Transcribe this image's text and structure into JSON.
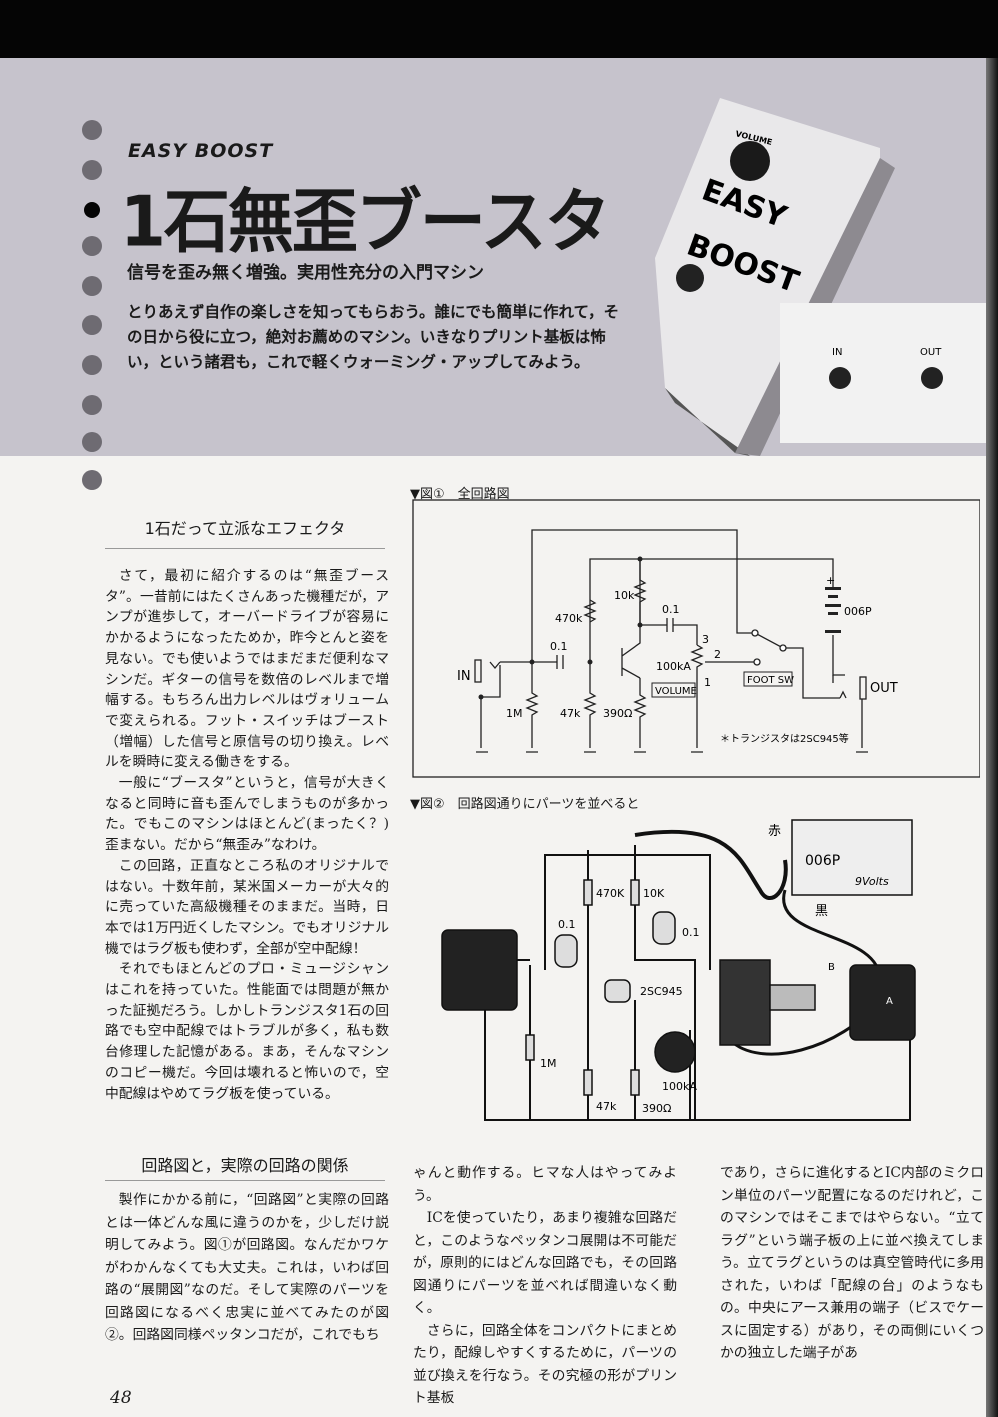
{
  "header": {
    "kicker": "EASY BOOST",
    "title": "1石無歪ブースタ",
    "subtitle": "信号を歪み無く増強。実用性充分の入門マシン",
    "lead": "とりあえず自作の楽しさを知ってもらおう。誰にでも簡単に作れて，その日から役に立つ，絶対お薦めのマシン。いきなりプリント基板は怖い，という諸君も，これで軽くウォーミング・アップしてみよう。"
  },
  "photo": {
    "brand_line1": "EASY",
    "brand_line2": "BOOST",
    "knob_label": "VOLUME",
    "in_label": "IN",
    "out_label": "OUT"
  },
  "section1": {
    "heading": "1石だって立派なエフェクタ",
    "paragraphs": [
      "さて，最初に紹介するのは“無歪ブースタ”。一昔前にはたくさんあった機種だが，アンプが進歩して，オーバードライブが容易にかかるようになったためか，昨今とんと姿を見ない。でも使いようではまだまだ便利なマシンだ。ギターの信号を数倍のレベルまで増幅する。もちろん出力レベルはヴォリュームで変えられる。フット・スイッチはブースト（増幅）した信号と原信号の切り換え。レベルを瞬時に変える働きをする。",
      "一般に“ブースタ”というと，信号が大きくなると同時に音も歪んでしまうものが多かった。でもこのマシンはほとんど(まったく？)歪まない。だから“無歪み”なわけ。",
      "この回路，正直なところ私のオリジナルではない。十数年前，某米国メーカーが大々的に売っていた高級機種そのままだ。当時，日本では1万円近くしたマシン。でもオリジナル機ではラグ板も使わず，全部が空中配線！",
      "それでもほとんどのプロ・ミュージシャンはこれを持っていた。性能面では問題が無かった証拠だろう。しかしトランジスタ1石の回路でも空中配線ではトラブルが多く，私も数台修理した記憶がある。まあ，そんなマシンのコピー機だ。今回は壊れると怖いので，空中配線はやめてラグ板を使っている。"
    ]
  },
  "section2": {
    "heading": "回路図と，実際の回路の関係",
    "col1": [
      "製作にかかる前に，“回路図”と実際の回路とは一体どんな風に違うのかを，少しだけ説明してみよう。図①が回路図。なんだかワケがわかんなくても大丈夫。これは，いわば回路の“展開図”なのだ。そして実際のパーツを回路図になるべく忠実に並べてみたのが図②。回路図同様ペッタンコだが，これでもち"
    ],
    "col2": [
      "ゃんと動作する。ヒマな人はやってみよう。",
      "ICを使っていたり，あまり複雑な回路だと，このようなペッタンコ展開は不可能だが，原則的にはどんな回路でも，その回路図通りにパーツを並べれば間違いなく動く。",
      "さらに，回路全体をコンパクトにまとめたり，配線しやすくするために，パーツの並び換えを行なう。その究極の形がプリント基板"
    ],
    "col3": [
      "であり，さらに進化するとIC内部のミクロン単位のパーツ配置になるのだけれど，このマシンではそこまではやらない。“立てラグ”という端子板の上に並べ換えてしまう。立てラグというのは真空管時代に多用された，いわば「配線の台」のようなもの。中央にアース兼用の端子（ビスでケースに固定する）があり，その両側にいくつかの独立した端子があ"
    ]
  },
  "fig1": {
    "label": "▼図①　全回路図",
    "r_470k": "470k",
    "r_10k": "10k",
    "r_1m": "1M",
    "r_47k": "47k",
    "r_390": "390Ω",
    "c_in": "0.1",
    "c_out": "0.1",
    "pot": "100kA",
    "pot_name": "VOLUME",
    "pin3": "3",
    "pin2": "2",
    "pin1": "1",
    "switch": "FOOT SW",
    "battery": "006P",
    "plus": "+",
    "in": "IN",
    "out": "OUT",
    "note": "＊トランジスタは2SC945等"
  },
  "fig2": {
    "label": "▼図②　回路図通りにパーツを並べると",
    "r_470k": "470K",
    "r_10k": "10K",
    "c1": "0.1",
    "c2": "0.1",
    "tr": "2SC945",
    "r_1m": "1M",
    "r_47k": "47k",
    "r_390": "390Ω",
    "pot": "100kA",
    "red": "赤",
    "black": "黒",
    "batt": "006P",
    "volts": "9Volts",
    "terminal_a": "A",
    "terminal_b": "B"
  },
  "page_number": "48"
}
